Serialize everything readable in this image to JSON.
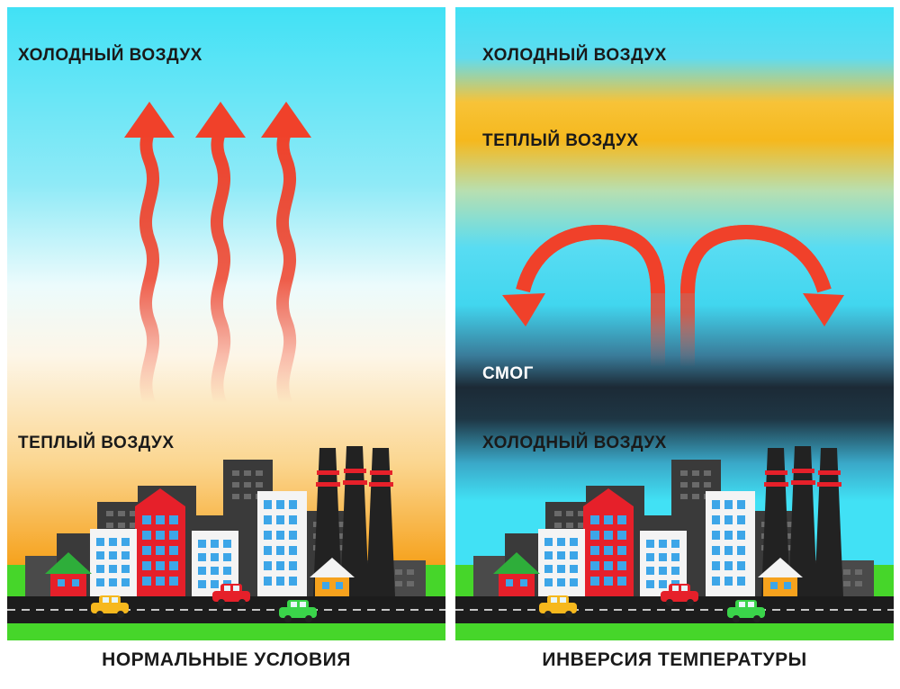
{
  "panels": {
    "normal": {
      "labels": {
        "cold_air_top": "ХОЛОДНЫЙ ВОЗДУХ",
        "warm_air": "ТЕПЛЫЙ ВОЗДУХ"
      },
      "caption": "НОРМАЛЬНЫЕ УСЛОВИЯ"
    },
    "inversion": {
      "labels": {
        "cold_air_top": "ХОЛОДНЫЙ ВОЗДУХ",
        "warm_air": "ТЕПЛЫЙ ВОЗДУХ",
        "smog": "СМОГ",
        "cold_air_bottom": "ХОЛОДНЫЙ ВОЗДУХ"
      },
      "caption": "ИНВЕРСИЯ ТЕМПЕРАТУРЫ"
    }
  },
  "colors": {
    "sky_blue": "#41e1f5",
    "warm_orange": "#f6a21d",
    "smog_dark": "#1c2a36",
    "arrow_red": "#f0412a",
    "grass_green": "#46d62a",
    "road": "#1c1c1c",
    "building_dark": "#3a3a3a",
    "building_red": "#e6202a",
    "window_blue": "#3da6e8"
  }
}
